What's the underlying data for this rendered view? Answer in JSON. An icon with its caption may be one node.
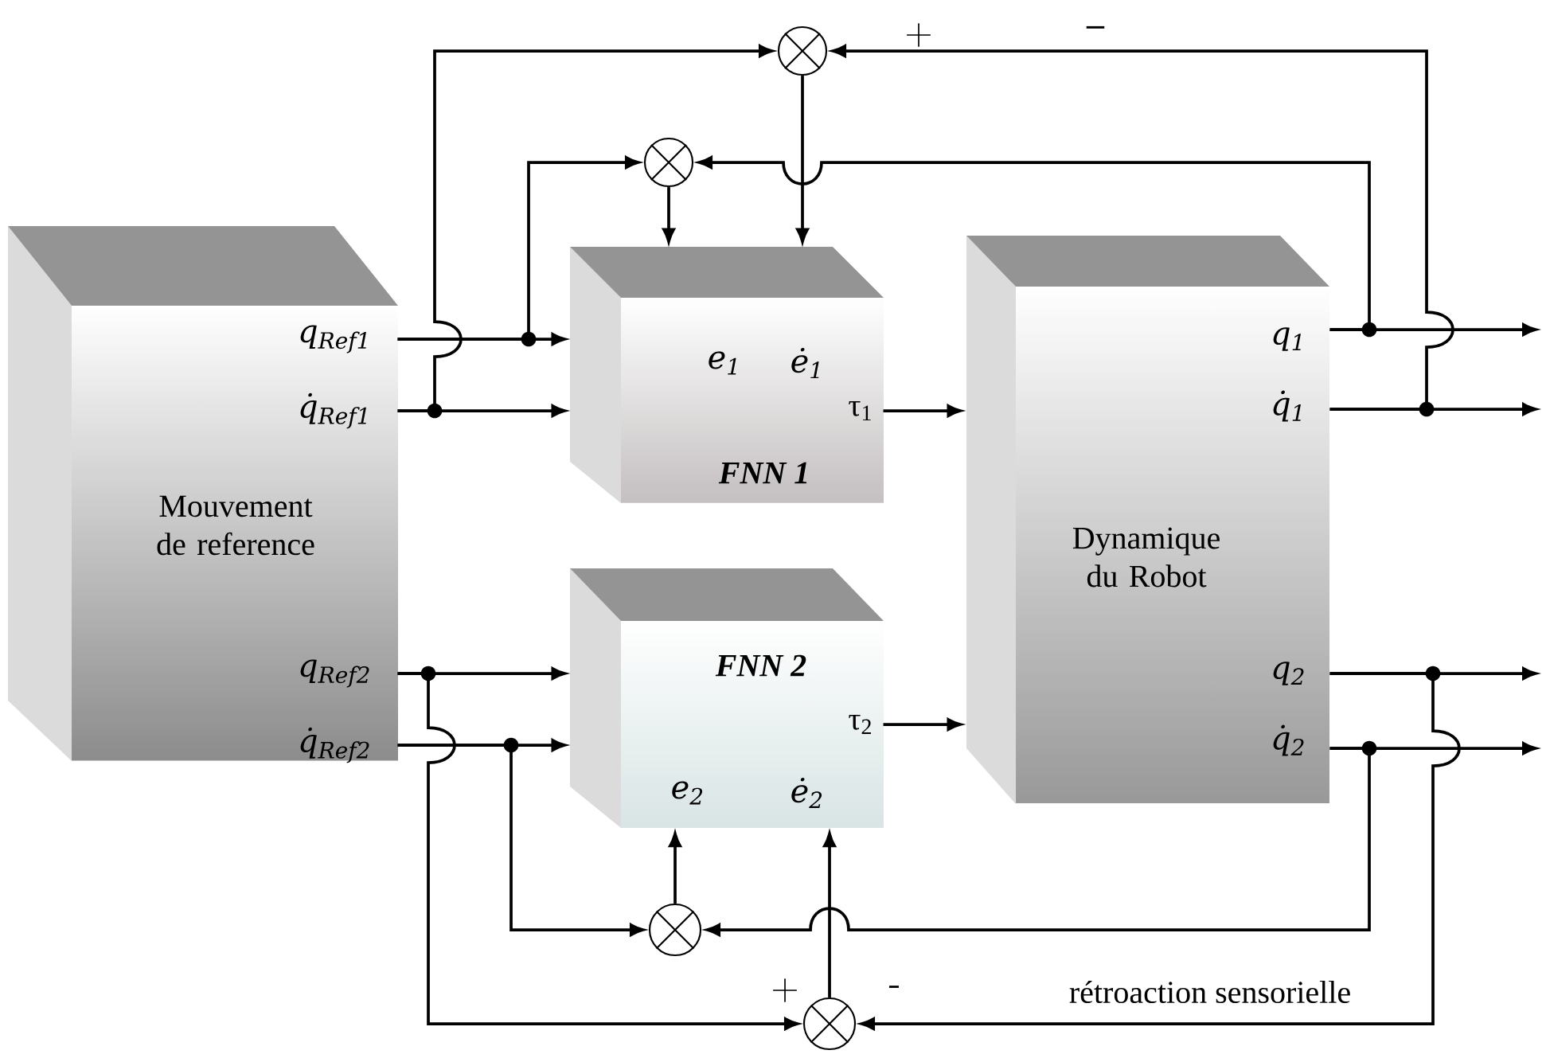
{
  "diagram": {
    "nodes": [
      {
        "text": [
          "q$_{Ref1}$",
          "q̇$_{Ref1}$",
          "Mouvement de reference",
          "q$_{Ref2}$",
          "q̇$_{Ref2}$"
        ]
      },
      {
        "text": [
          "e$_{1}$",
          "ė$_{1}$",
          "τ$_{1}$",
          "FNN 1"
        ]
      },
      {
        "text": [
          "FNN 2",
          "τ$_{2}$",
          "e$_{2}$",
          "ė$_{2}$"
        ]
      },
      {
        "text": [
          "q$_{1}$",
          "q̇$_{1}$",
          "Dynamique du Robot",
          "q$_{2}$",
          "q̇$_{2}$"
        ]
      },
      {
        "text": [],
        "shape": "circle"
      },
      {
        "text": [],
        "shape": "circle"
      },
      {
        "text": [],
        "shape": "circle"
      },
      {
        "text": [],
        "shape": "circle"
      }
    ],
    "edges": [
      {
        "from": 0,
        "to": 1,
        "arrow": "to"
      },
      {
        "from": 0,
        "to": 1,
        "arrow": "to"
      },
      {
        "from": 0,
        "to": 5,
        "arrow": "to"
      },
      {
        "from": 0,
        "to": 4,
        "arrow": "to"
      },
      {
        "from": 5,
        "to": 1,
        "arrow": "to"
      },
      {
        "from": 4,
        "to": 1,
        "arrow": "to"
      },
      {
        "from": 1,
        "to": 3,
        "arrow": "to"
      },
      {
        "from": 3,
        "to": null,
        "arrow": "to"
      },
      {
        "from": 3,
        "to": null,
        "arrow": "to"
      },
      {
        "from": 3,
        "to": 5,
        "arrow": "to"
      },
      {
        "from": 3,
        "to": 4,
        "arrow": "to"
      },
      {
        "from": 0,
        "to": 2,
        "arrow": "to"
      },
      {
        "from": 0,
        "to": 2,
        "arrow": "to"
      },
      {
        "from": 0,
        "to": 7,
        "arrow": "to"
      },
      {
        "from": 0,
        "to": 6,
        "arrow": "to"
      },
      {
        "from": 6,
        "to": 2,
        "arrow": "to"
      },
      {
        "from": 7,
        "to": 2,
        "arrow": "to"
      },
      {
        "from": 2,
        "to": 3,
        "arrow": "to"
      },
      {
        "from": 3,
        "to": null,
        "arrow": "to"
      },
      {
        "from": 3,
        "to": null,
        "arrow": "to"
      },
      {
        "from": 3,
        "to": 6,
        "arrow": "to"
      },
      {
        "from": 3,
        "to": 7,
        "arrow": "to",
        "label": "rétroaction sensorielle"
      }
    ],
    "labels": [
      "+",
      "–",
      "+",
      "-"
    ]
  }
}
